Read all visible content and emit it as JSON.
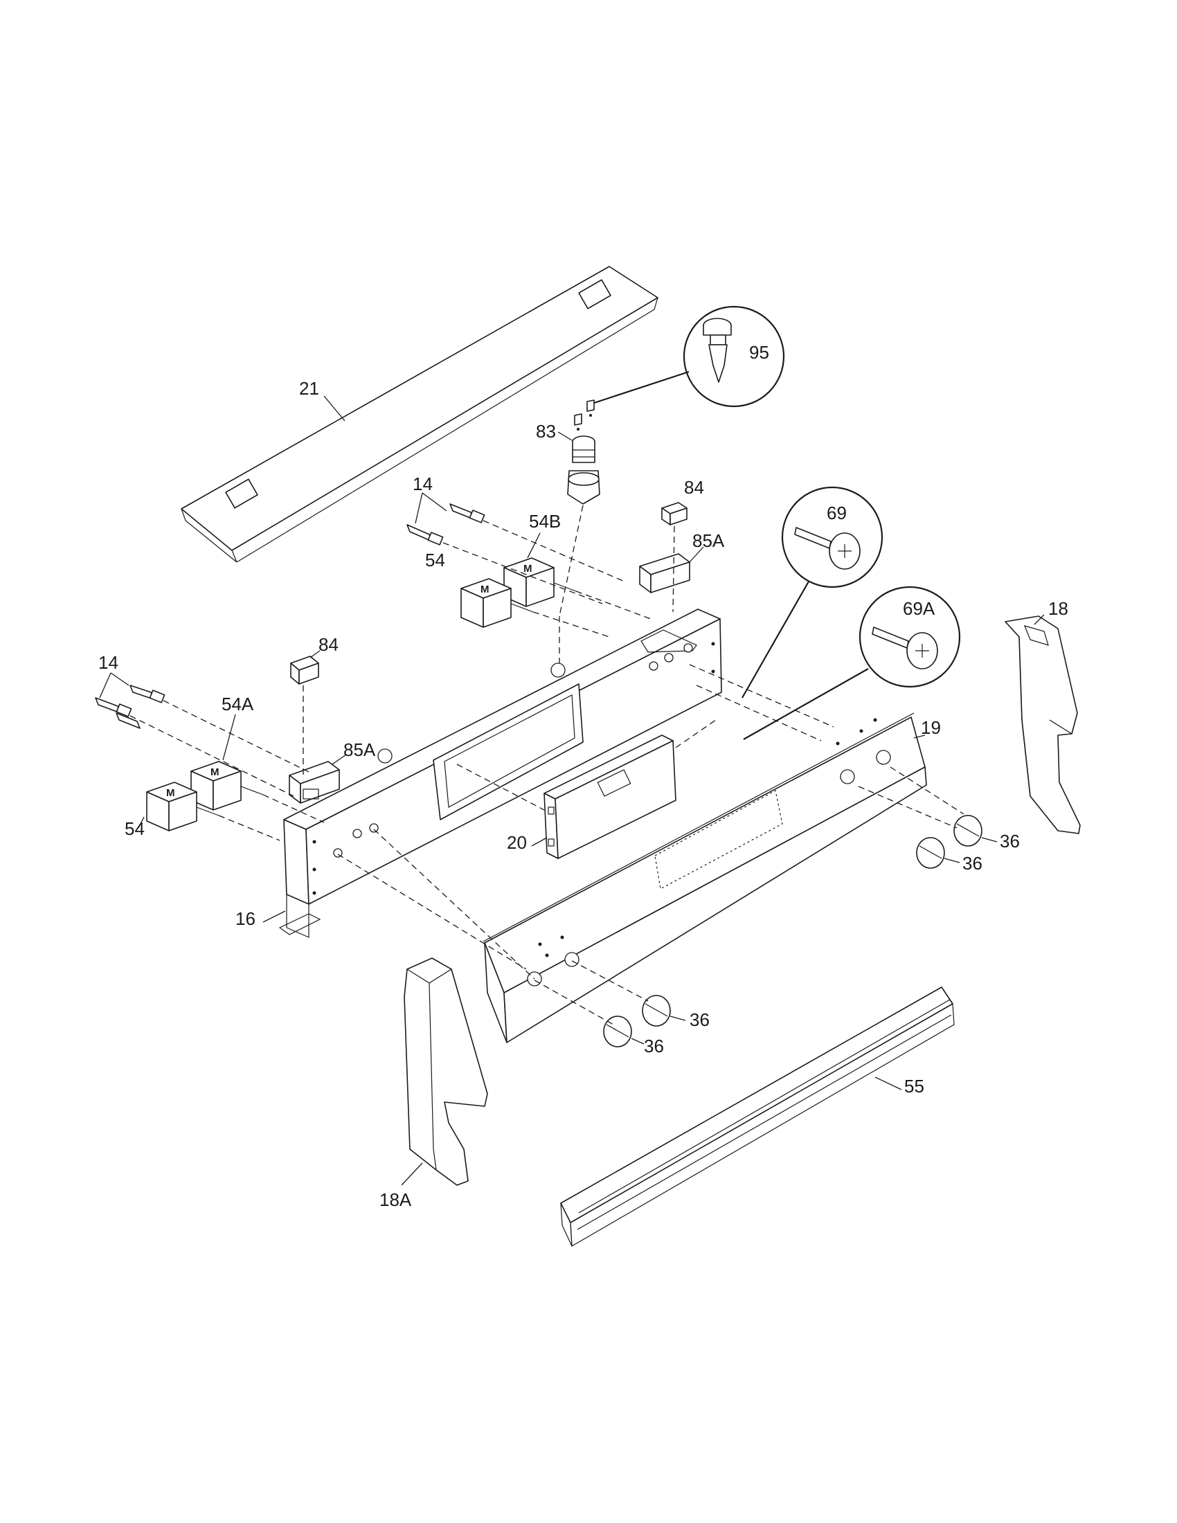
{
  "diagram": {
    "type": "exploded parts diagram",
    "callouts": [
      {
        "id": "c21",
        "text": "21"
      },
      {
        "id": "c95",
        "text": "95"
      },
      {
        "id": "c83",
        "text": "83"
      },
      {
        "id": "c14a",
        "text": "14"
      },
      {
        "id": "c54b",
        "text": "54B"
      },
      {
        "id": "c84a",
        "text": "84"
      },
      {
        "id": "c85a1",
        "text": "85A"
      },
      {
        "id": "c54a1",
        "text": "54"
      },
      {
        "id": "c69",
        "text": "69"
      },
      {
        "id": "c69a",
        "text": "69A"
      },
      {
        "id": "c18",
        "text": "18"
      },
      {
        "id": "c84b",
        "text": "84"
      },
      {
        "id": "c14b",
        "text": "14"
      },
      {
        "id": "c54a",
        "text": "54A"
      },
      {
        "id": "c85a2",
        "text": "85A"
      },
      {
        "id": "c19",
        "text": "19"
      },
      {
        "id": "c54c",
        "text": "54"
      },
      {
        "id": "c20",
        "text": "20"
      },
      {
        "id": "c36a",
        "text": "36"
      },
      {
        "id": "c36b",
        "text": "36"
      },
      {
        "id": "c16",
        "text": "16"
      },
      {
        "id": "c36c",
        "text": "36"
      },
      {
        "id": "c36d",
        "text": "36"
      },
      {
        "id": "c55",
        "text": "55"
      },
      {
        "id": "c18a",
        "text": "18A"
      }
    ],
    "switch_marks": [
      {
        "id": "m1",
        "text": "M"
      },
      {
        "id": "m2",
        "text": "M"
      },
      {
        "id": "m3",
        "text": "M"
      },
      {
        "id": "m4",
        "text": "M"
      }
    ]
  }
}
